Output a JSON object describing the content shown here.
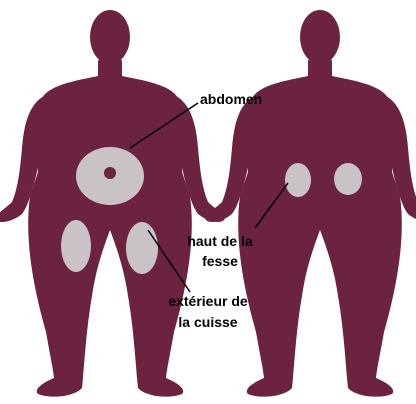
{
  "colors": {
    "background": "#ffffff",
    "body": "#6b2340",
    "zone": "#c9c3c5",
    "leader": "#000000",
    "text": "#000000"
  },
  "figures": {
    "front_view": "front-body-figure",
    "back_view": "back-body-figure"
  },
  "labels": {
    "abdomen": "abdomen",
    "buttock_line1": "haut de la",
    "buttock_line2": "fesse",
    "thigh_line1": "extérieur de",
    "thigh_line2": "la cuisse"
  }
}
